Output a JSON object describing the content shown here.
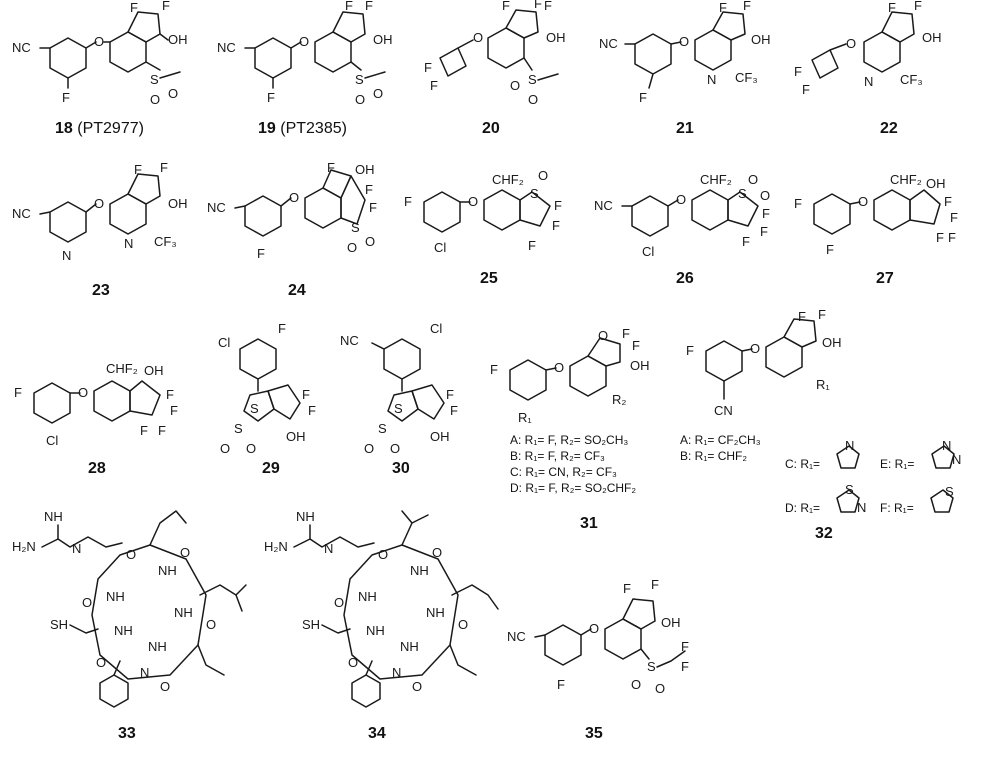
{
  "compounds": [
    {
      "id": "18",
      "alias": "(PT2977)"
    },
    {
      "id": "19",
      "alias": "(PT2385)"
    },
    {
      "id": "20"
    },
    {
      "id": "21"
    },
    {
      "id": "22"
    },
    {
      "id": "23"
    },
    {
      "id": "24"
    },
    {
      "id": "25"
    },
    {
      "id": "26"
    },
    {
      "id": "27"
    },
    {
      "id": "28"
    },
    {
      "id": "29"
    },
    {
      "id": "30"
    },
    {
      "id": "31"
    },
    {
      "id": "32"
    },
    {
      "id": "33"
    },
    {
      "id": "34"
    },
    {
      "id": "35"
    }
  ],
  "labels": {
    "F": "F",
    "OH": "OH",
    "NC": "NC",
    "CN": "CN",
    "Cl": "Cl",
    "N": "N",
    "S": "S",
    "O": "O",
    "CF3": "CF₃",
    "CHF2": "CHF₂",
    "R1": "R₁",
    "R2": "R₂",
    "NH": "NH",
    "H2N": "H₂N",
    "SH": "SH"
  },
  "variants_31": [
    "A: R₁= F, R₂= SO₂CH₃",
    "B: R₁= F, R₂= CF₃",
    "C: R₁= CN, R₂= CF₃",
    "D: R₁= F, R₂= SO₂CHF₂"
  ],
  "variants_32": [
    "A: R₁= CF₂CH₃",
    "B: R₁= CHF₂",
    "C: R₁=",
    "D: R₁=",
    "E: R₁=",
    "F: R₁="
  ]
}
